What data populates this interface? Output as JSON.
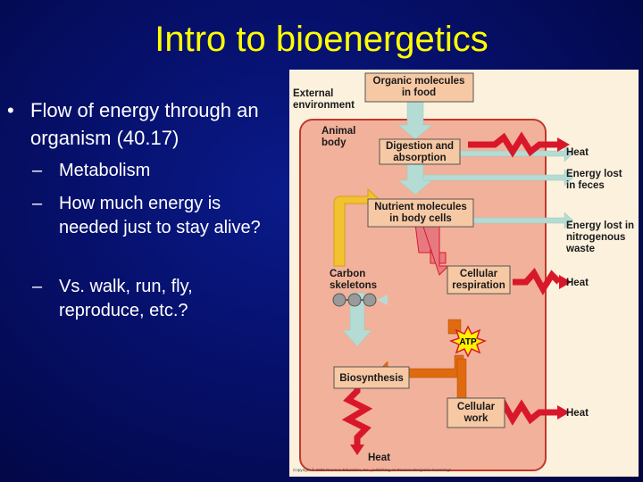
{
  "slide": {
    "title": "Intro to bioenergetics",
    "bullet": "Flow of energy through an organism (40.17)",
    "bullet_marker": "•",
    "sub_marker": "–",
    "subbullets": [
      "Metabolism",
      "How much energy is needed just to stay alive?",
      "Vs. walk, run, fly, reproduce, etc.?"
    ]
  },
  "figure": {
    "external_environment": "External environment",
    "animal_body": "Animal body",
    "organic_molecules": "Organic molecules in food",
    "digestion": "Digestion and absorption",
    "nutrient": "Nutrient molecules in body cells",
    "carbon": "Carbon skeletons",
    "respiration": "Cellular respiration",
    "atp": "ATP",
    "biosynthesis": "Biosynthesis",
    "cellular_work": "Cellular work",
    "heat": "Heat",
    "feces": "Energy lost in feces",
    "nitrogenous": "Energy lost in nitrogenous waste",
    "copyright": "Copyright © 2008 Pearson Education, Inc., publishing as Pearson Benjamin Cummings."
  },
  "colors": {
    "title": "#ffff00",
    "text": "#ffffff",
    "outer_box": "#fbf1dd",
    "body_box": "#f2b19a",
    "label_box": "#f6c8a4",
    "teal_arrow": "#b4dcd4",
    "red_arrow": "#d8182a",
    "orange_arrow": "#e06a10",
    "yellow_arrow": "#f2c230",
    "atp_star": "#fff200"
  }
}
